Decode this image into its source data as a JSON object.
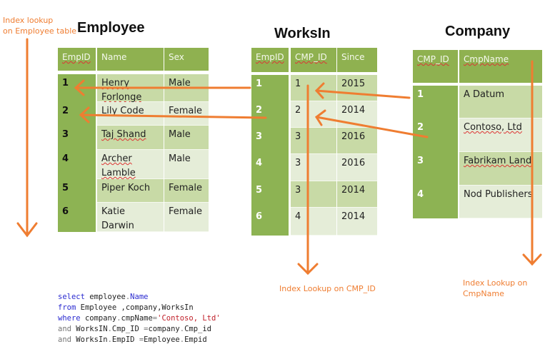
{
  "notes": {
    "employee_index": [
      "Index lookup",
      "on Employee table"
    ],
    "cmp_id_index": "Index Lookup on CMP_ID",
    "cmpname_index": [
      "Index Lookup on",
      "CmpName"
    ]
  },
  "colors": {
    "arrow": "#ef7d31",
    "header": "#8fb150",
    "id_col": "#8db353",
    "row_light_a": "#c8daa6",
    "row_light_b": "#e5edd8"
  },
  "employee": {
    "title": "Employee",
    "headers": [
      "EmpID",
      "Name",
      "Sex"
    ],
    "rows": [
      [
        "1",
        "Henry Forlonge",
        "Male"
      ],
      [
        "2",
        "Lily Code",
        "Female"
      ],
      [
        "3",
        "Taj Shand",
        "Male"
      ],
      [
        "4",
        "Archer Lamble",
        "Male"
      ],
      [
        "5",
        "Piper Koch",
        "Female"
      ],
      [
        "6",
        "Katie Darwin",
        "Female"
      ]
    ]
  },
  "worksin": {
    "title": "WorksIn",
    "headers": [
      "EmpID",
      "CMP_ID",
      "Since"
    ],
    "rows": [
      [
        "1",
        "1",
        "2015"
      ],
      [
        "2",
        "2",
        "2014"
      ],
      [
        "3",
        "3",
        "2016"
      ],
      [
        "4",
        "3",
        "2016"
      ],
      [
        "5",
        "3",
        "2014"
      ],
      [
        "6",
        "4",
        "2014"
      ]
    ]
  },
  "company": {
    "title": "Company",
    "headers": [
      "CMP_ID",
      "CmpName"
    ],
    "rows": [
      [
        "1",
        "A Datum"
      ],
      [
        "2",
        "Contoso, Ltd"
      ],
      [
        "3",
        "Fabrikam Land"
      ],
      [
        "4",
        "Nod Publishers"
      ]
    ]
  },
  "sql": [
    [
      [
        "kw",
        "select"
      ],
      [
        "",
        "employee"
      ],
      [
        "op",
        "."
      ],
      [
        "kw",
        "Name"
      ]
    ],
    [
      [
        "kw",
        "from"
      ],
      [
        "",
        "Employee ,company,WorksIn"
      ]
    ],
    [
      [
        "kw",
        "where"
      ],
      [
        "",
        "company"
      ],
      [
        "op",
        "."
      ],
      [
        "",
        "cmpName"
      ],
      [
        "op",
        "="
      ],
      [
        "str",
        "'Contoso, Ltd'"
      ]
    ],
    [
      [
        "op",
        "and"
      ],
      [
        "",
        "WorksIN"
      ],
      [
        "op",
        "."
      ],
      [
        "",
        "Cmp_ID "
      ],
      [
        "op",
        "="
      ],
      [
        "",
        "company"
      ],
      [
        "op",
        "."
      ],
      [
        "",
        "Cmp_id"
      ]
    ],
    [
      [
        "op",
        "and"
      ],
      [
        "",
        "WorksIn"
      ],
      [
        "op",
        "."
      ],
      [
        "",
        "EmpID "
      ],
      [
        "op",
        "="
      ],
      [
        "",
        "Employee"
      ],
      [
        "op",
        "."
      ],
      [
        "",
        "Empid"
      ]
    ]
  ]
}
